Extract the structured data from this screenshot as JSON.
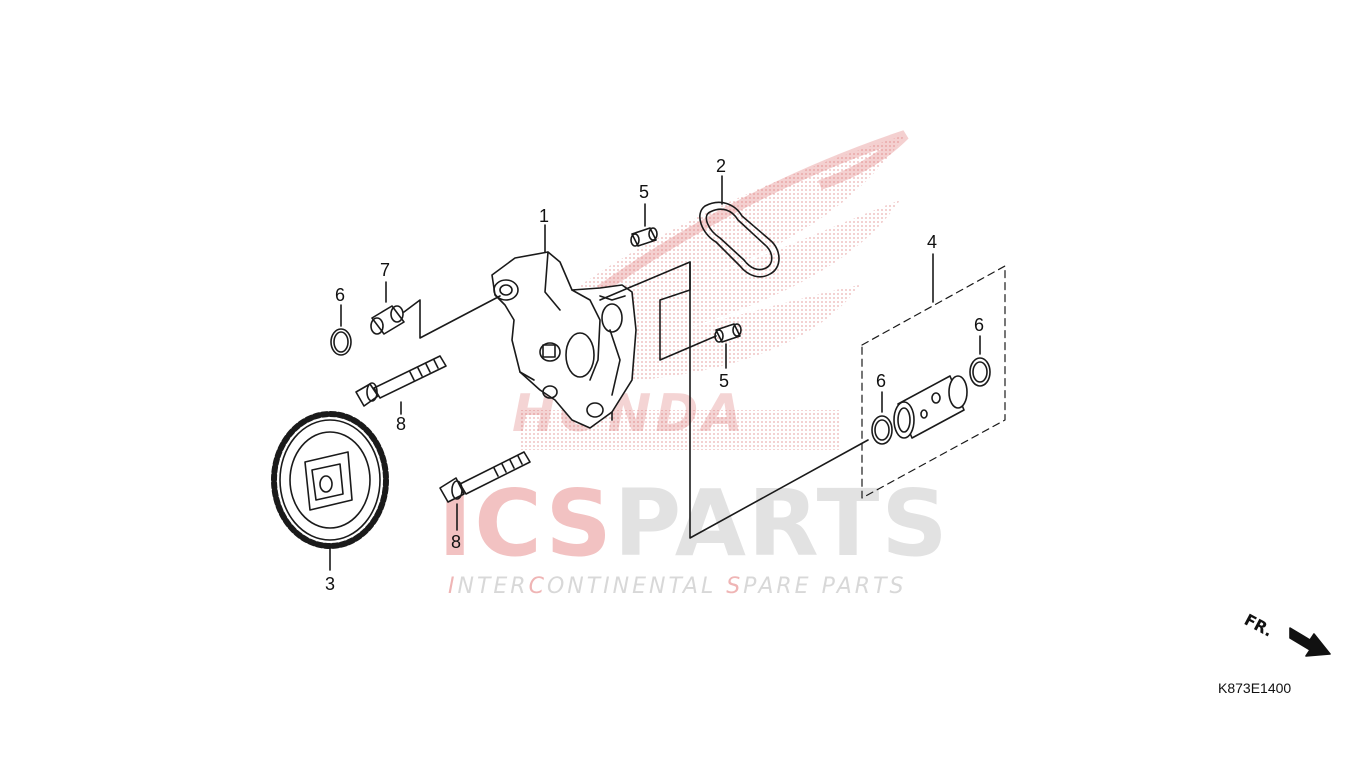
{
  "diagram": {
    "callouts": {
      "c1": "1",
      "c2": "2",
      "c3": "3",
      "c4": "4",
      "c5a": "5",
      "c5b": "5",
      "c6a": "6",
      "c6b": "6",
      "c6c": "6",
      "c7": "7",
      "c8a": "8",
      "c8b": "8"
    },
    "front_marker": "FR.",
    "drawing_code": "K873E1400"
  },
  "watermark": {
    "brand_ics": "ICS",
    "brand_parts": "PARTS",
    "tagline_i": "I",
    "tagline_a": "NTER",
    "tagline_c": "C",
    "tagline_b": "ONTINENTAL ",
    "tagline_s": "S",
    "tagline_d": "PARE PARTS",
    "honda_word": "HONDA"
  },
  "colors": {
    "line": "#1a1a1a",
    "watermark_red": "#e07878",
    "watermark_grey": "#bebebe"
  }
}
